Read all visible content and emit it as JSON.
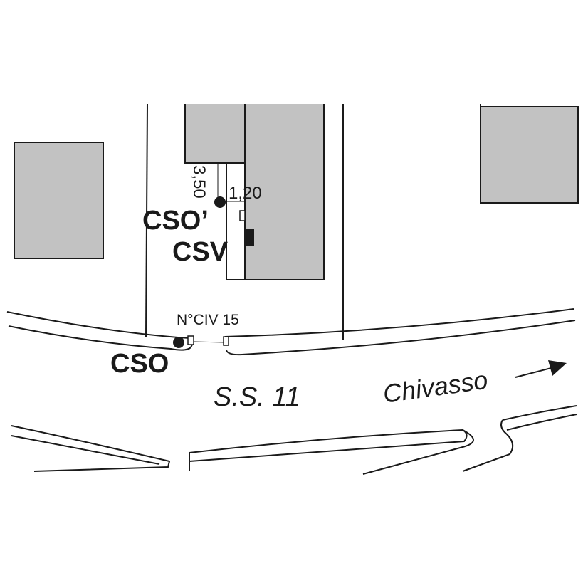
{
  "map": {
    "labels": {
      "cso_prime": "CSO’",
      "csv": "CSV",
      "cso": "CSO",
      "dim_vertical": "3,50",
      "dim_horizontal": "1,20",
      "civic_number": "N°CIV 15",
      "road_name": "S.S. 11",
      "direction": "Chivasso"
    },
    "colors": {
      "building_fill": "#c2c2c2",
      "line": "#1a1a1a",
      "background": "#ffffff"
    },
    "icons": {
      "direction_arrow": "arrow-right-icon",
      "point_marker": "filled-circle-icon",
      "meter_box": "filled-rectangle-icon"
    }
  }
}
